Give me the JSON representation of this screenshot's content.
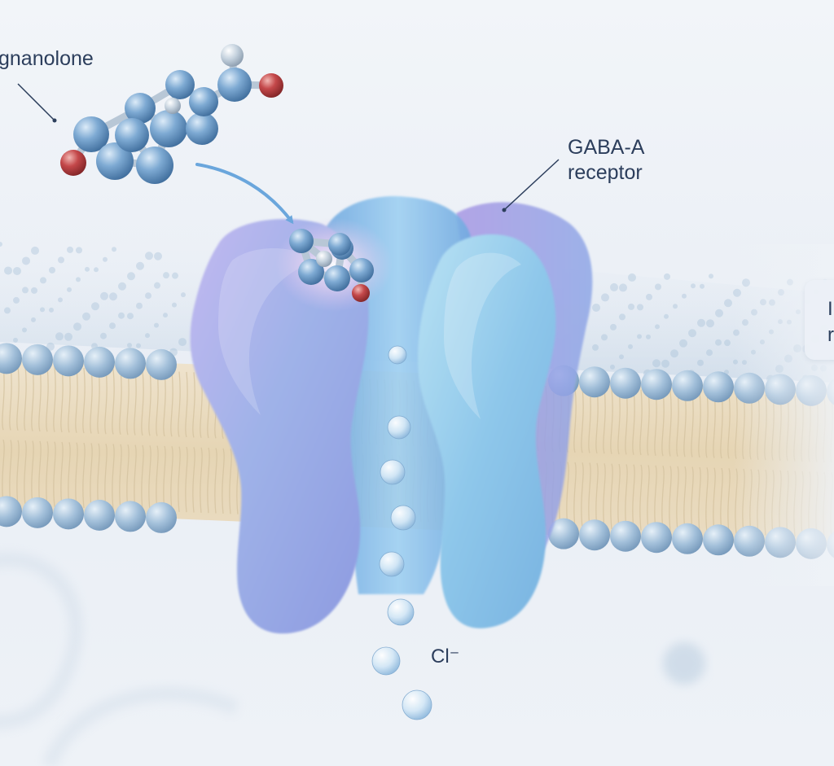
{
  "labels": {
    "neurosteroid": "gnanolone",
    "receptor_line1": "GABA-A",
    "receptor_line2": "receptor",
    "ion": "Cl⁻"
  },
  "side_card": {
    "line1": "I",
    "line2": "r"
  },
  "colors": {
    "background": "#eef2f8",
    "text": "#2c3e5c",
    "atom_carbon": "#6e9cc8",
    "atom_oxygen": "#c0464a",
    "atom_hydrogen": "#cfd8e2",
    "receptor_blue": "#8ec3ea",
    "receptor_purple": "#a99ae6",
    "lipid_head": "#a9c4dc",
    "lipid_tail": "#e8d9bd"
  }
}
